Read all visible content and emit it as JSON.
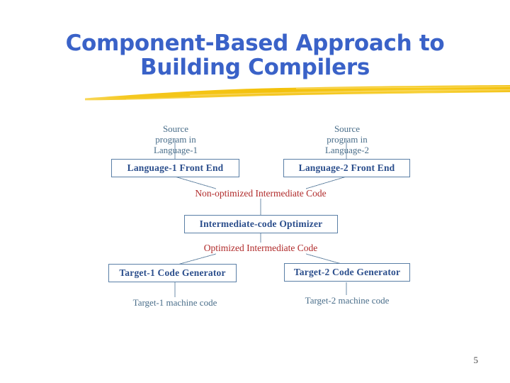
{
  "slide": {
    "title_line1": "Component-Based Approach to",
    "title_line2": "Building Compilers",
    "title_color": "#3A62C8",
    "accent_color": "#F3C10B",
    "page_number": "5"
  },
  "diagram": {
    "source_labels": [
      {
        "name": "source-program-language-1",
        "text": "Source\nprogram in\nLanguage-1"
      },
      {
        "name": "source-program-language-2",
        "text": "Source\nprogram in\nLanguage-2"
      }
    ],
    "front_ends": [
      {
        "name": "language-1-front-end",
        "text": "Language-1 Front End"
      },
      {
        "name": "language-2-front-end",
        "text": "Language-2 Front End"
      }
    ],
    "non_optimized_ir": "Non-optimized Intermediate Code",
    "optimizer": "Intermediate-code Optimizer",
    "optimized_ir": "Optimized Intermediate Code",
    "code_generators": [
      {
        "name": "target-1-code-generator",
        "text": "Target-1 Code Generator"
      },
      {
        "name": "target-2-code-generator",
        "text": "Target-2 Code Generator"
      }
    ],
    "machine_code": [
      {
        "name": "target-1-machine-code",
        "text": "Target-1 machine code"
      },
      {
        "name": "target-2-machine-code",
        "text": "Target-2 machine code"
      }
    ],
    "colors": {
      "box_text": "#2B4E8C",
      "box_border": "#5A7FA6",
      "ir_text": "#B02A2A",
      "plain_text": "#4A6E8A",
      "connector": "#6E8CA8"
    }
  }
}
